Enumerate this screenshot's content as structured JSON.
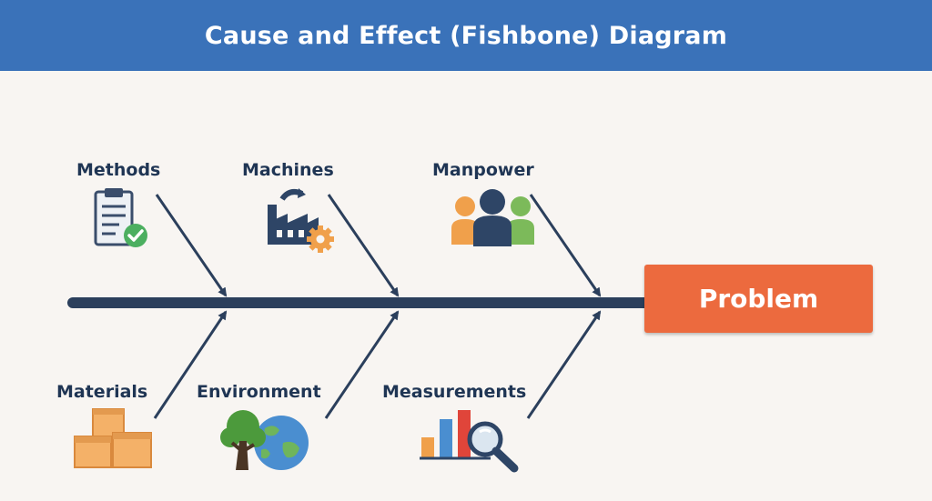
{
  "header": {
    "title": "Cause and Effect (Fishbone) Diagram"
  },
  "problem": {
    "label": "Problem"
  },
  "categories": [
    {
      "label": "Methods",
      "icon": "clipboard-check-icon",
      "side": "top"
    },
    {
      "label": "Machines",
      "icon": "factory-gear-icon",
      "side": "top"
    },
    {
      "label": "Manpower",
      "icon": "people-group-icon",
      "side": "top"
    },
    {
      "label": "Materials",
      "icon": "boxes-icon",
      "side": "bottom"
    },
    {
      "label": "Environment",
      "icon": "tree-globe-icon",
      "side": "bottom"
    },
    {
      "label": "Measurements",
      "icon": "bar-chart-magnifier-icon",
      "side": "bottom"
    }
  ],
  "colors": {
    "header": "#3a72b9",
    "spine": "#2b3f5c",
    "problem": "#ec6a3e",
    "label": "#1f3554",
    "background": "#f8f5f2"
  }
}
